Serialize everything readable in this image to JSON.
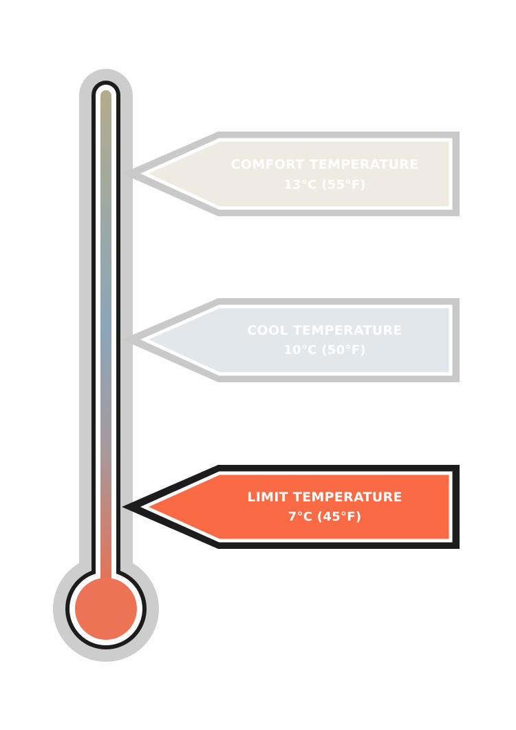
{
  "colors": {
    "background": "#ffffff",
    "tube_outline": "#1c1c1c",
    "tube_halo": "#cdcdcd",
    "gradient_top": "#b3ab8c",
    "gradient_mid": "#8aa6b8",
    "gradient_low": "#a59a9e",
    "gradient_bottom": "#f26a45",
    "bulb_fill": "#ec7355"
  },
  "labels": [
    {
      "id": "comfort",
      "title": "COMFORT TEMPERATURE",
      "value": "13°C (55°F)",
      "temperature_c": 13,
      "temperature_f": 55,
      "highlighted": false,
      "fill": "#efebe3",
      "border": "#c9c9c9",
      "text_color": "#ffffff"
    },
    {
      "id": "cool",
      "title": "COOL TEMPERATURE",
      "value": "10°C (50°F)",
      "temperature_c": 10,
      "temperature_f": 50,
      "highlighted": false,
      "fill": "#e1e7eb",
      "border": "#c9c9c9",
      "text_color": "#ffffff"
    },
    {
      "id": "limit",
      "title": "LIMIT TEMPERATURE",
      "value": "7°C (45°F)",
      "temperature_c": 7,
      "temperature_f": 45,
      "highlighted": true,
      "fill": "#fa6b45",
      "border": "#1c1c1c",
      "text_color": "#ffffff"
    }
  ]
}
